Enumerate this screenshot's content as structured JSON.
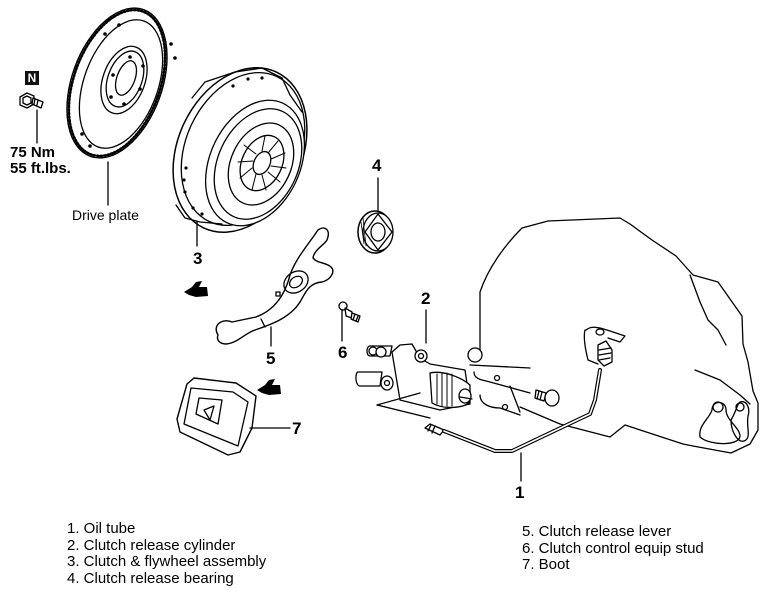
{
  "diagram": {
    "title": "Clutch components exploded view",
    "torque_spec": {
      "badge": "N",
      "nm": "75 Nm",
      "ftlbs": "55 ft.lbs."
    },
    "drive_plate_label": "Drive plate",
    "callouts": [
      "1",
      "2",
      "3",
      "4",
      "5",
      "6",
      "7"
    ],
    "legend_left": [
      "1. Oil tube",
      "2. Clutch release cylinder",
      "3. Clutch & flywheel assembly",
      "4. Clutch release bearing"
    ],
    "legend_right": [
      "5. Clutch release lever",
      "6. Clutch control equip stud",
      "7. Boot"
    ]
  }
}
